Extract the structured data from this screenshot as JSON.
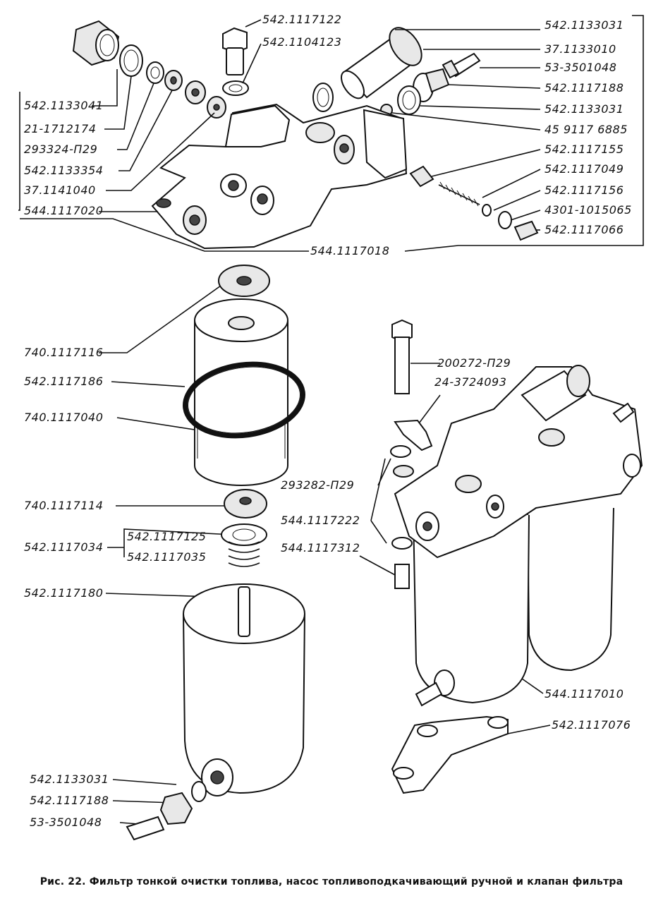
{
  "labels": [
    "542.1117122",
    "542.1104123",
    "542.1133031",
    "37.1133010",
    "53-3501048",
    "542.1117188",
    "542.1133031",
    "45 9117 6885",
    "542.1117155",
    "542.1117049",
    "542.1117156",
    "4301-1015065",
    "542.1117066",
    "542.1133041",
    "21-1712174",
    "293324-П29",
    "542.1133354",
    "37.1141040",
    "544.1117020",
    "544.1117018",
    "740.1117116",
    "542.1117186",
    "740.1117040",
    "200272-П29",
    "24-3724093",
    "293282-П29",
    "544.1117222",
    "740.1117114",
    "542.1117125",
    "542.1117034",
    "542.1117035",
    "544.1117312",
    "542.1117180",
    "544.1117010",
    "542.1117076",
    "542.1133031",
    "542.1117188",
    "53-3501048"
  ],
  "caption": "Рис. 22. Фильтр тонкой очистки топлива, насос топливоподкачивающий ручной и клапан фильтра"
}
